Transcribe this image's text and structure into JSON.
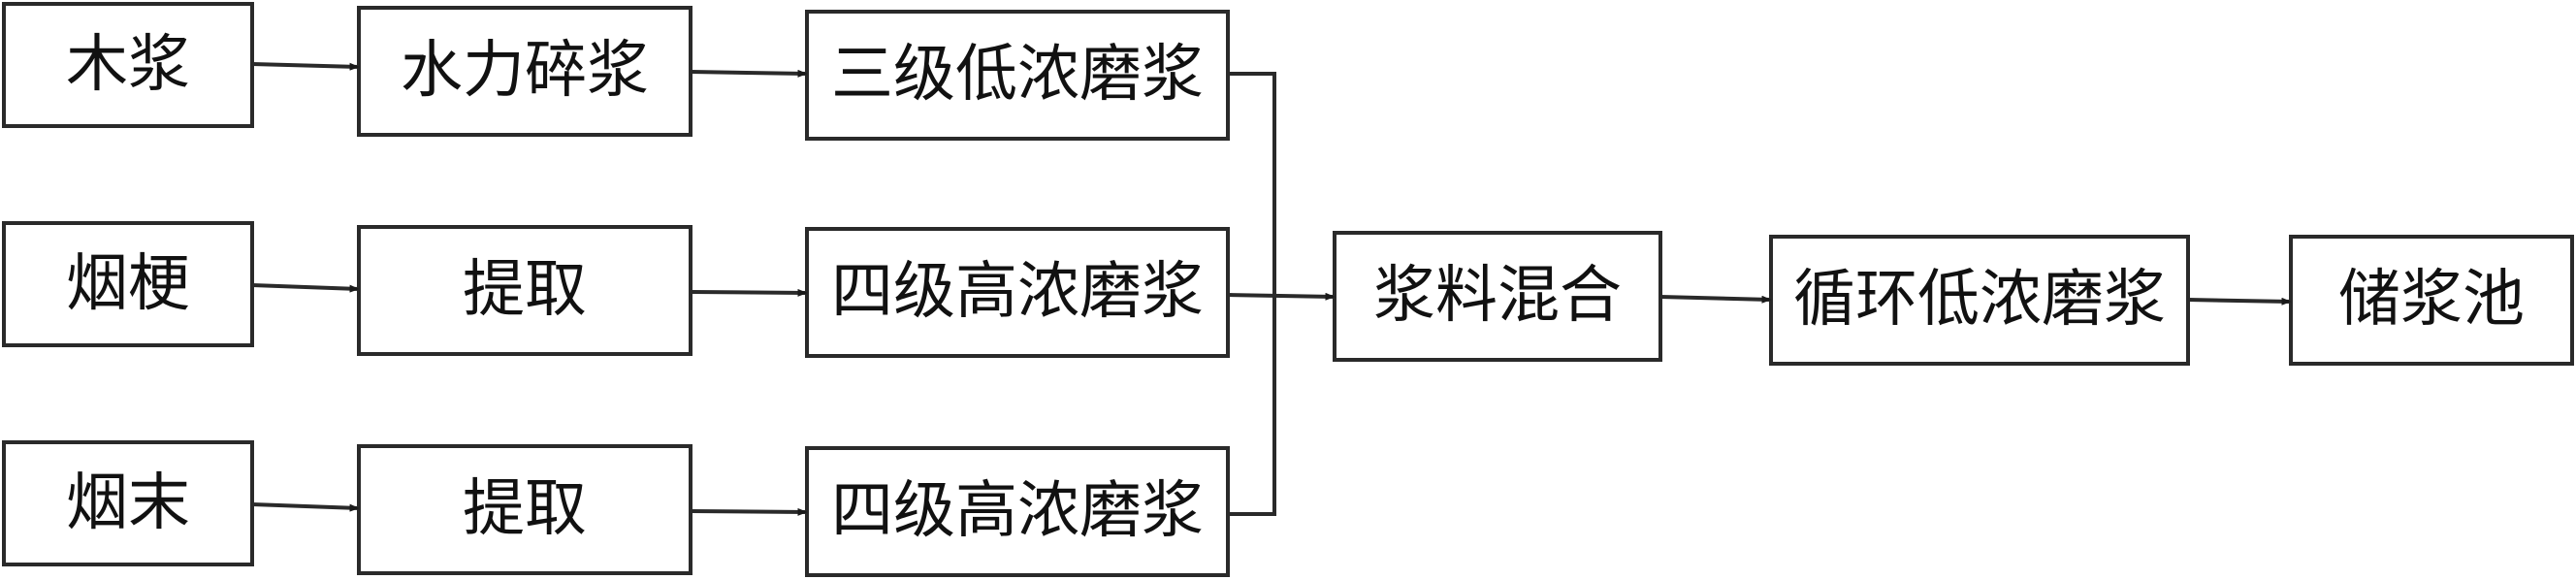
{
  "diagram": {
    "nodes": {
      "wood_pulp": "木浆",
      "hydraulic_pulping": "水力碎浆",
      "three_stage_low_consistency": "三级低浓磨浆",
      "tobacco_stem": "烟梗",
      "extraction_1": "提取",
      "four_stage_high_consistency_1": "四级高浓磨浆",
      "tobacco_dust": "烟末",
      "extraction_2": "提取",
      "four_stage_high_consistency_2": "四级高浓磨浆",
      "pulp_mixing": "浆料混合",
      "circulating_low_consistency": "循环低浓磨浆",
      "pulp_storage_tank": "储浆池"
    }
  }
}
